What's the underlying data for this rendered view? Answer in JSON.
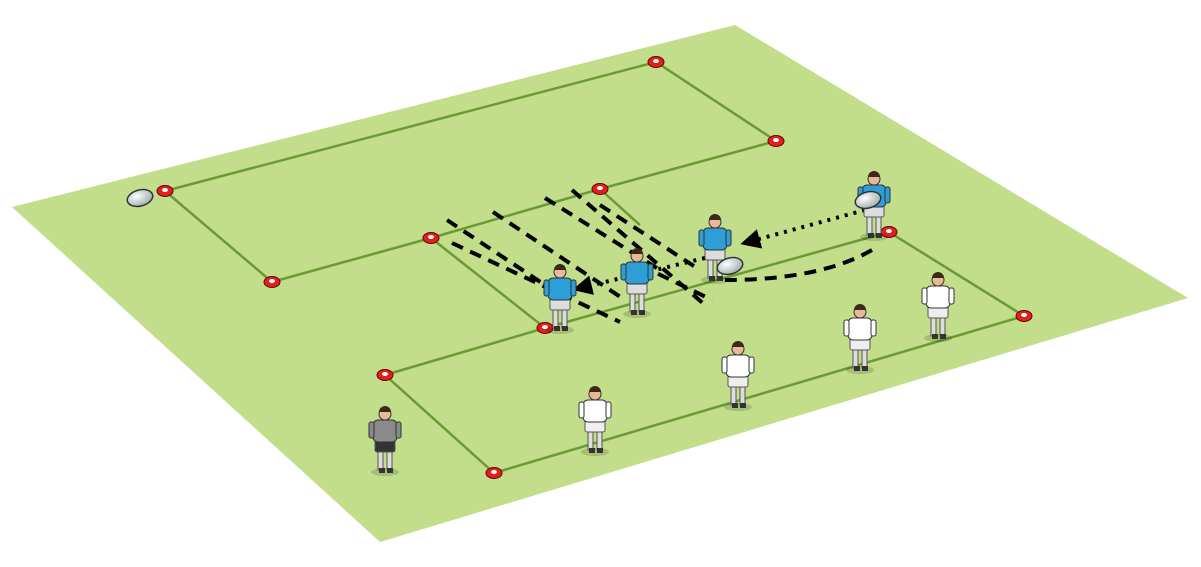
{
  "diagram": {
    "colors": {
      "pitch": "#c2de8a",
      "grid_line": "#6b9a34",
      "cone": "#e0201c",
      "attacker_shirt": "#2e9fd6",
      "defender_shirt": "#ffffff",
      "coach_shirt": "#8a8a8a",
      "run_line": "#000000"
    },
    "counts": {
      "attackers": 4,
      "defenders": 4,
      "coaches": 1,
      "cones": 11,
      "balls": 3
    }
  }
}
